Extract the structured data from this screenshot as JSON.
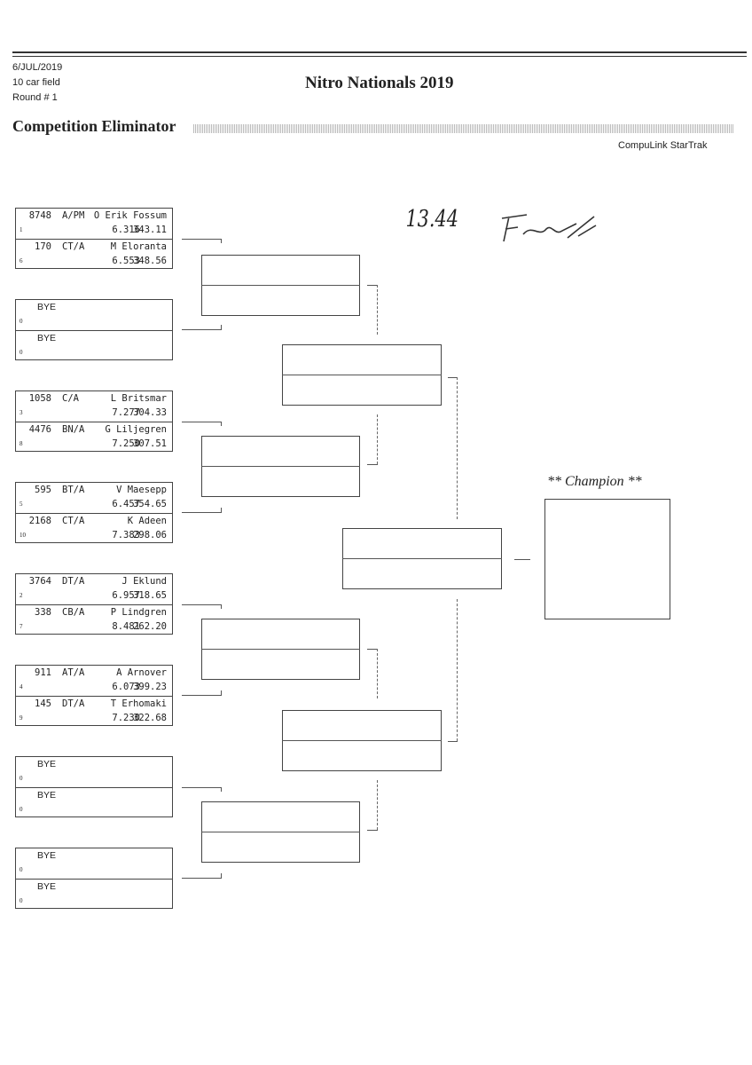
{
  "header": {
    "date": "6/JUL/2019",
    "field": "10 car field",
    "round": "Round # 1",
    "event": "Nitro Nationals 2019",
    "eliminator": "Competition Eliminator",
    "software": "CompuLink StarTrak"
  },
  "handwriting": {
    "note": "13.44",
    "scribble": "signature"
  },
  "champion_label": "** Champion **",
  "round1": [
    [
      {
        "num": "8748",
        "cls": "A/PM",
        "name": "O Erik Fossum",
        "seed": "1",
        "et": "6.316",
        "mph": "343.11"
      },
      {
        "num": "170",
        "cls": "CT/A",
        "name": "M Eloranta",
        "seed": "6",
        "et": "6.553",
        "mph": "348.56"
      }
    ],
    [
      {
        "bye": "BYE",
        "seed": "0"
      },
      {
        "bye": "BYE",
        "seed": "0"
      }
    ],
    [
      {
        "num": "1058",
        "cls": "C/A",
        "name": "L Britsmar",
        "seed": "3",
        "et": "7.277",
        "mph": "304.33"
      },
      {
        "num": "4476",
        "cls": "BN/A",
        "name": "G Liljegren",
        "seed": "8",
        "et": "7.250",
        "mph": "307.51"
      }
    ],
    [
      {
        "num": "595",
        "cls": "BT/A",
        "name": "V Maesepp",
        "seed": "5",
        "et": "6.457",
        "mph": "354.65"
      },
      {
        "num": "2168",
        "cls": "CT/A",
        "name": "K Adeen",
        "seed": "10",
        "et": "7.383",
        "mph": "298.06"
      }
    ],
    [
      {
        "num": "3764",
        "cls": "DT/A",
        "name": "J Eklund",
        "seed": "2",
        "et": "6.957",
        "mph": "318.65"
      },
      {
        "num": "338",
        "cls": "CB/A",
        "name": "P Lindgren",
        "seed": "7",
        "et": "8.481",
        "mph": "262.20"
      }
    ],
    [
      {
        "num": "911",
        "cls": "AT/A",
        "name": "A Arnover",
        "seed": "4",
        "et": "6.073",
        "mph": "399.23"
      },
      {
        "num": "145",
        "cls": "DT/A",
        "name": "T Erhomaki",
        "seed": "9",
        "et": "7.230",
        "mph": "322.68"
      }
    ],
    [
      {
        "bye": "BYE",
        "seed": "0"
      },
      {
        "bye": "BYE",
        "seed": "0"
      }
    ],
    [
      {
        "bye": "BYE",
        "seed": "0"
      },
      {
        "bye": "BYE",
        "seed": "0"
      }
    ]
  ]
}
